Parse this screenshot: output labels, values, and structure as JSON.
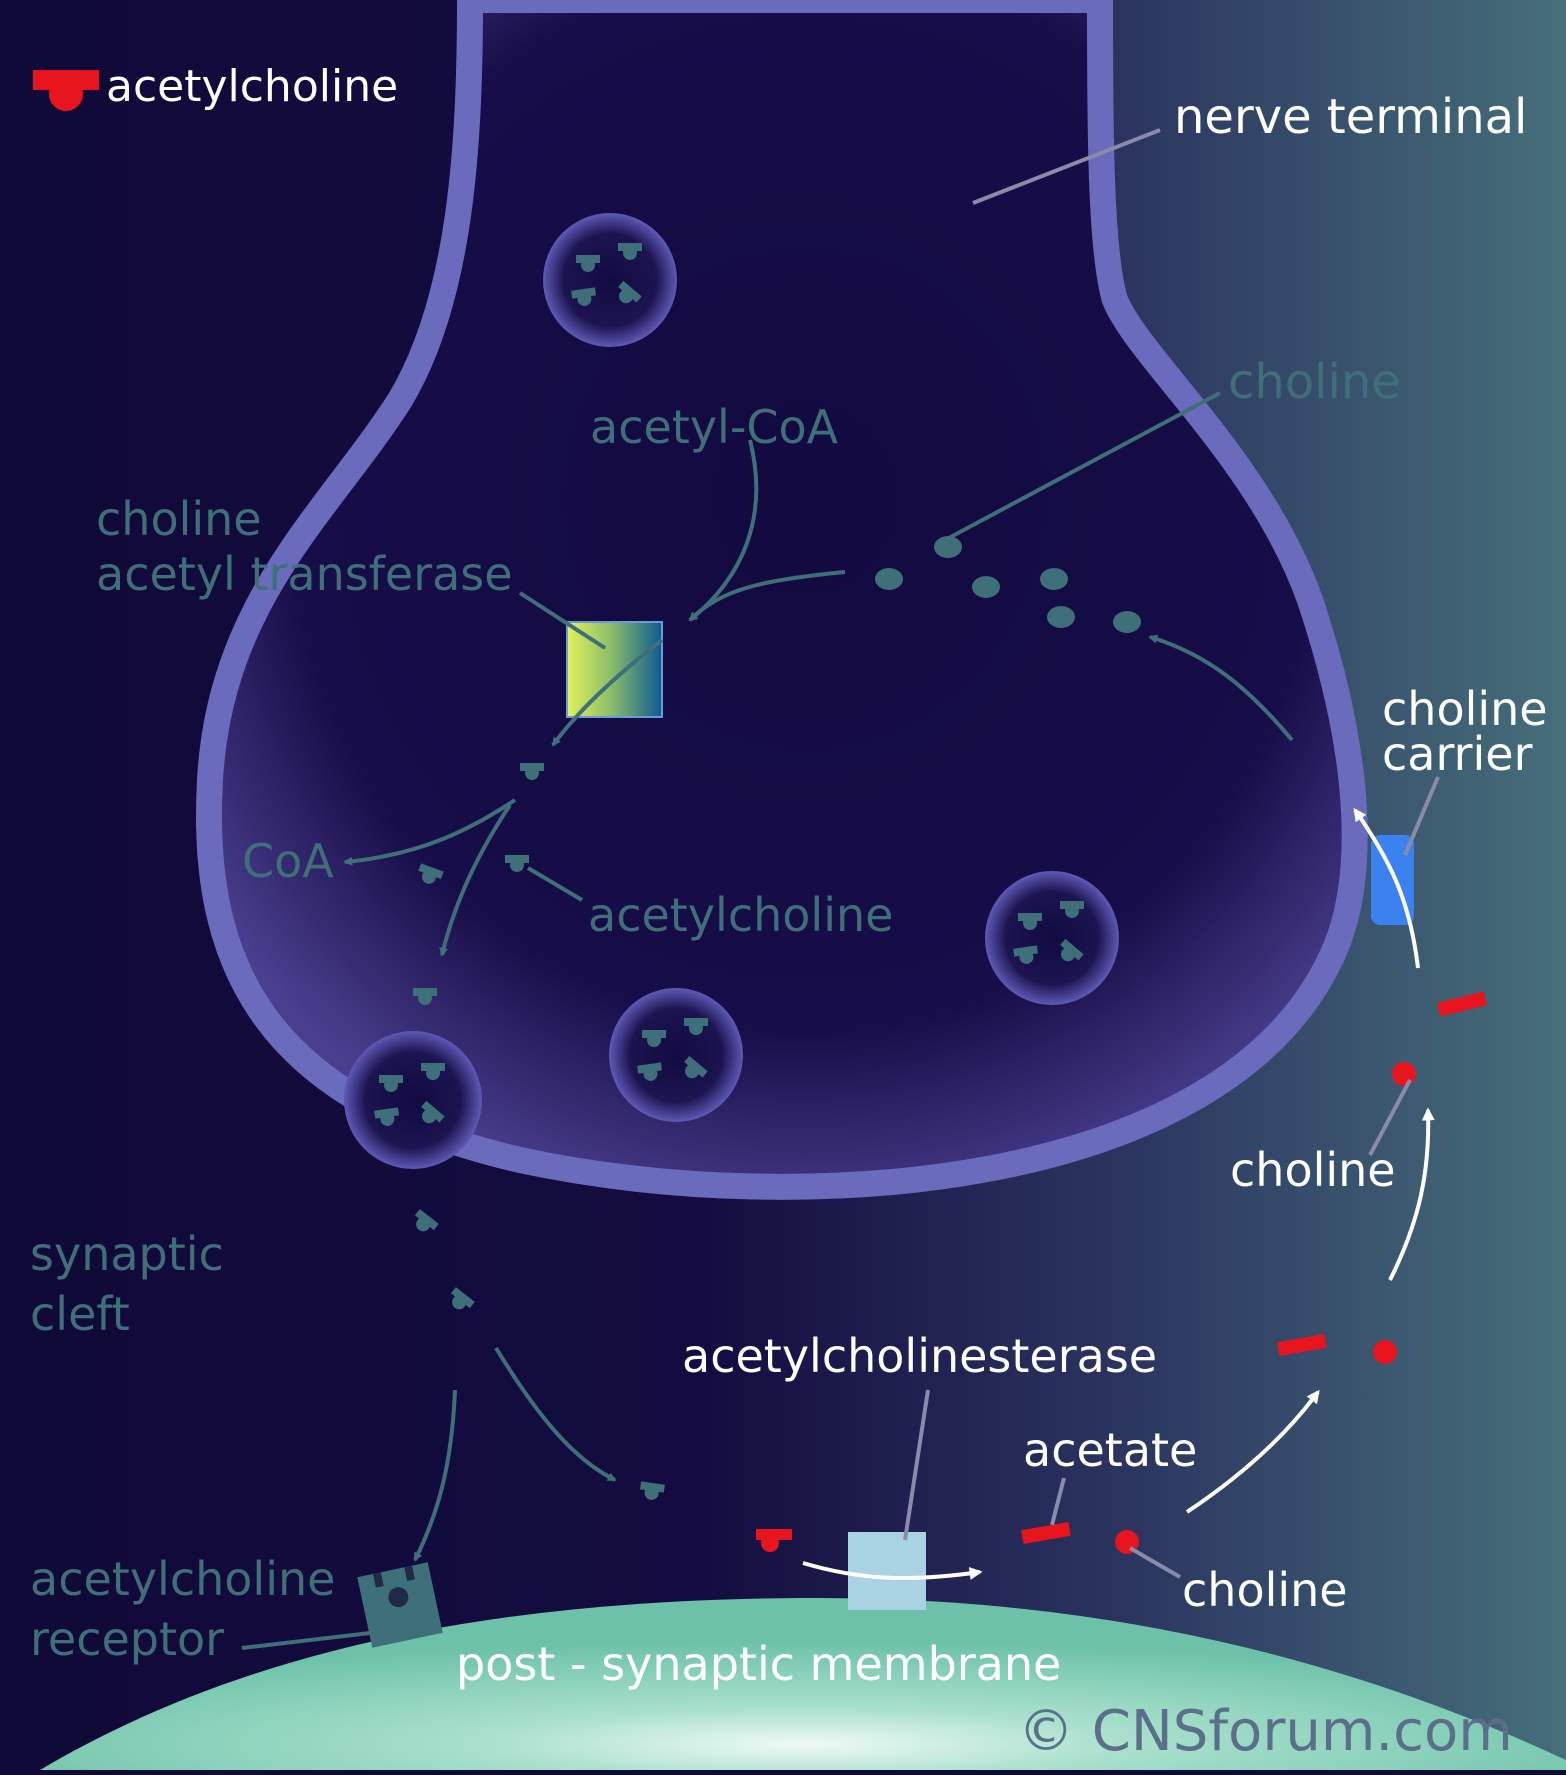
{
  "labels": {
    "legend": "acetylcholine",
    "nerve_terminal": "nerve terminal",
    "choline_inside": "choline",
    "acetyl_coa": "acetyl-CoA",
    "choline_acetyl_transferase_line1": "choline",
    "choline_acetyl_transferase_line2": "acetyl transferase",
    "coa": "CoA",
    "acetylcholine_inside": "acetylcholine",
    "choline_carrier_line1": "choline",
    "choline_carrier_line2": "carrier",
    "synaptic_cleft_line1": "synaptic",
    "synaptic_cleft_line2": "cleft",
    "choline_outside_upper": "choline",
    "acetylcholinesterase": "acetylcholinesterase",
    "acetate": "acetate",
    "choline_outside_lower": "choline",
    "receptor_line1": "acetylcholine",
    "receptor_line2": "receptor",
    "post_synaptic_membrane": "post - synaptic membrane",
    "copyright": "© CNSforum.com"
  },
  "colors": {
    "background_dark": "#100a38",
    "background_right": "#466f7a",
    "membrane": "#6b6bbd",
    "terminal_fill": "#120a40",
    "molecule_teal": "#3f6f78",
    "acetylcholine_red": "#e8141e",
    "post_synaptic_green": "#6fc4ac",
    "choline_carrier_blue": "#3b82f0",
    "acetylcholinesterase_blue": "#a9d2e2",
    "enzyme_yellow": "#e2f25a",
    "enzyme_blue": "#0e5a92",
    "white": "#ffffff"
  }
}
